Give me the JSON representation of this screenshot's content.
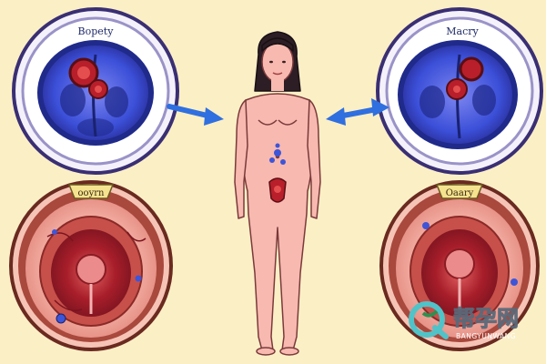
{
  "labels": {
    "top_left": "Bopety",
    "bottom_left": "ooyrn",
    "top_right": "Macry",
    "bottom_right": "Oaary"
  },
  "watermark": {
    "chinese": "帮孕网",
    "latin": "BANGYUNWANG"
  },
  "colors": {
    "background": "#fbefc6",
    "brain_blue": "#3b4fd8",
    "tissue_red": "#b8202c",
    "skin": "#f7b9b0",
    "arrow_blue": "#2f6fe0",
    "frame_purple": "#3a2f73"
  }
}
